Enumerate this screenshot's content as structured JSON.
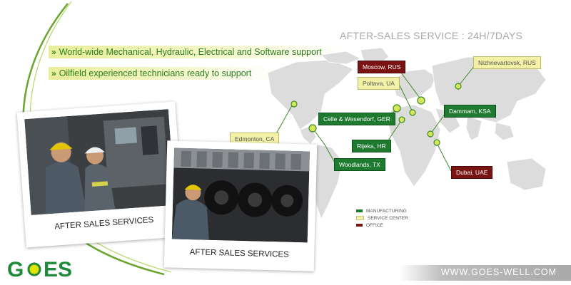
{
  "bullets": [
    {
      "text": "World-wide Mechanical, Hydraulic, Electrical and Software support"
    },
    {
      "text": "Oilfield experienced technicians ready to support"
    }
  ],
  "service": {
    "title": "AFTER-SALES SERVICE : 24H/7DAYS"
  },
  "locations": [
    {
      "label": "Moscow, RUS",
      "type": "office"
    },
    {
      "label": "Nizhnevartovsk, RUS",
      "type": "service"
    },
    {
      "label": "Poltava, UA",
      "type": "service"
    },
    {
      "label": "Celle & Wesendorf, GER",
      "type": "manufacturing"
    },
    {
      "label": "Dammam, KSA",
      "type": "manufacturing"
    },
    {
      "label": "Edmonton, CA",
      "type": "service"
    },
    {
      "label": "Rijeka, HR",
      "type": "manufacturing"
    },
    {
      "label": "Woodlands, TX",
      "type": "manufacturing"
    },
    {
      "label": "Dubai, UAE",
      "type": "office"
    }
  ],
  "legend": [
    {
      "label": "MANUFACTURING",
      "color": "#1d7a2e"
    },
    {
      "label": "SERVICE CENTER",
      "color": "#f2f1a6"
    },
    {
      "label": "OFFICE",
      "color": "#7a1414"
    }
  ],
  "photos": [
    {
      "caption": "AFTER SALES SERVICES"
    },
    {
      "caption": "AFTER SALES SERVICES"
    }
  ],
  "footer": {
    "website": "WWW.GOES-WELL.COM"
  },
  "logo": {
    "text": "GOES"
  },
  "colors": {
    "brand_green": "#2d7d1f",
    "accent_yellow": "#e3e300",
    "marker_fill": "#d6e85a"
  }
}
